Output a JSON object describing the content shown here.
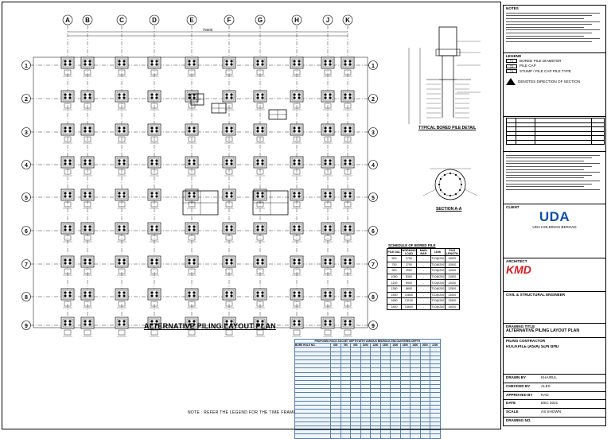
{
  "drawing": {
    "plan_title": "ALTERNATIVE PILING LAYOUT PLAN",
    "bottom_note": "NOTE : REFER THE LEGEND FOR THE TIME FRAMES OF THE",
    "grid_cols": [
      "A",
      "B",
      "C",
      "D",
      "E",
      "F",
      "G",
      "H",
      "J",
      "K"
    ],
    "grid_rows": [
      "1",
      "2",
      "3",
      "4",
      "5",
      "6",
      "7",
      "8",
      "9"
    ],
    "overall_dim": "75000",
    "section_title": "TYPICAL BORED PILE DETAIL",
    "section_aa_title": "SECTION A-A"
  },
  "pile_schedule": {
    "title": "SCHEDULE OF BORED PILE",
    "header": [
      "PILE DIA.",
      "WORKING LOAD",
      "MAIN BAR",
      "LINK",
      "PILE LENGTH"
    ],
    "rows": [
      [
        "600",
        "1750",
        "-",
        "T10@200",
        "10000"
      ],
      [
        "750",
        "2700",
        "-",
        "T10@200",
        "10500"
      ],
      [
        "900",
        "3900",
        "-",
        "T10@200",
        "11000"
      ],
      [
        "1050",
        "5300",
        "-",
        "T10@200",
        "11500"
      ],
      [
        "1200",
        "6900",
        "-",
        "T10@200",
        "12000"
      ],
      [
        "1350",
        "8800",
        "-",
        "T10@200",
        "12500"
      ],
      [
        "1500",
        "10800",
        "-",
        "T10@200",
        "13000"
      ],
      [
        "1650",
        "13100",
        "-",
        "T10@200",
        "13500"
      ],
      [
        "1800",
        "15600",
        "-",
        "T10@200",
        "14000"
      ]
    ]
  },
  "socket_table": {
    "title": "PROPOSED ROCK SOCKET DEPTH WITH VARIOUS BEDROCK ENCOUNTERED DEPTH",
    "header": [
      "BORE HOLE NO.",
      "600",
      "750",
      "900",
      "1050",
      "1200",
      "1350",
      "1500",
      "1650",
      "1800",
      "2000",
      "2200"
    ]
  },
  "title_block": {
    "general_notes_title": "NOTES",
    "legend_title": "LEGEND",
    "legend": [
      {
        "code": "T1",
        "text": "BORED PILE DIAMETER"
      },
      {
        "code": "T2",
        "text": "PILE CAP"
      },
      {
        "code": "T3",
        "text": "STUMP / PILE CAP PILE TYPE"
      }
    ],
    "north_note": "DENOTES DIRECTION OF SECTION",
    "revision_rows": 6,
    "client_label": "CLIENT",
    "client_logo": "UDA",
    "client_sub": "UDA HOLDINGS BERHAD",
    "architect_label": "ARCHITECT",
    "architect_logo": "KMD",
    "engineer_label": "CIVIL & STRUCTURAL ENGINEER",
    "drawing_title_label": "DRAWING TITLE",
    "drawing_title": "ALTERNATIVE PILING LAYOUT PLAN",
    "contractor_label": "PILING CONTRACTOR",
    "contractor_name": "ROCKPILE (ASIA) SDN BHD",
    "fields": [
      {
        "label": "DRAWN BY",
        "value": "KHAIRUL"
      },
      {
        "label": "CHECKED BY",
        "value": "ALEX"
      },
      {
        "label": "APPROVED BY",
        "value": "RAD"
      },
      {
        "label": "DATE",
        "value": "DEC 2021"
      },
      {
        "label": "SCALE",
        "value": "AS SHOWN"
      }
    ],
    "drawing_no_label": "DRAWING NO."
  }
}
